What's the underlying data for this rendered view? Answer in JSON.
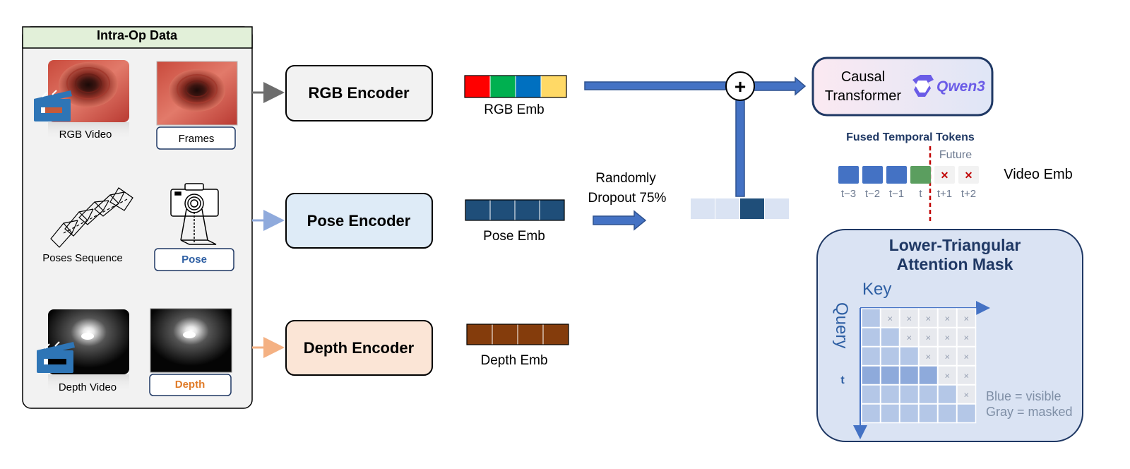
{
  "intraop": {
    "title": "Intra-Op Data",
    "rgb_video_label": "RGB Video",
    "frames_label": "Frames",
    "poses_sequence_label": "Poses Sequence",
    "pose_label": "Pose",
    "depth_video_label": "Depth Video",
    "depth_label": "Depth"
  },
  "encoders": {
    "rgb": "RGB Encoder",
    "pose": "Pose Encoder",
    "depth": "Depth Encoder"
  },
  "embeddings": {
    "rgb": "RGB Emb",
    "pose": "Pose Emb",
    "depth": "Depth Emb",
    "rgb_colors": [
      "#ff0000",
      "#00b050",
      "#0070c0",
      "#ffd966"
    ],
    "pose_color": "#1f4e79",
    "depth_color": "#843c0c"
  },
  "dropout": {
    "line1": "Randomly",
    "line2": "Dropout 75%",
    "fused_cells": [
      "#dae3f3",
      "#dae3f3",
      "#1f4e79",
      "#dae3f3"
    ]
  },
  "fuse_symbol": "+",
  "transformer": {
    "line1": "Causal",
    "line2": "Transformer",
    "model": "Qwen3"
  },
  "tokens": {
    "title": "Fused Temporal Tokens",
    "future": "Future",
    "video_emb": "Video Emb",
    "labels": [
      "t−3",
      "t−2",
      "t−1",
      "t",
      "t+1",
      "t+2"
    ],
    "masked_symbol": "✕"
  },
  "mask": {
    "title_line1": "Lower-Triangular",
    "title_line2": "Attention Mask",
    "key": "Key",
    "query": "Query",
    "t": "t",
    "masked_symbol": "×",
    "legend_blue": "Blue = visible",
    "legend_gray": "Gray = masked"
  },
  "colors": {
    "accent_blue": "#4472c4",
    "dark_blue": "#1f3864",
    "pose_blue": "#2e5fa3",
    "depth_orange": "#e07b28"
  }
}
